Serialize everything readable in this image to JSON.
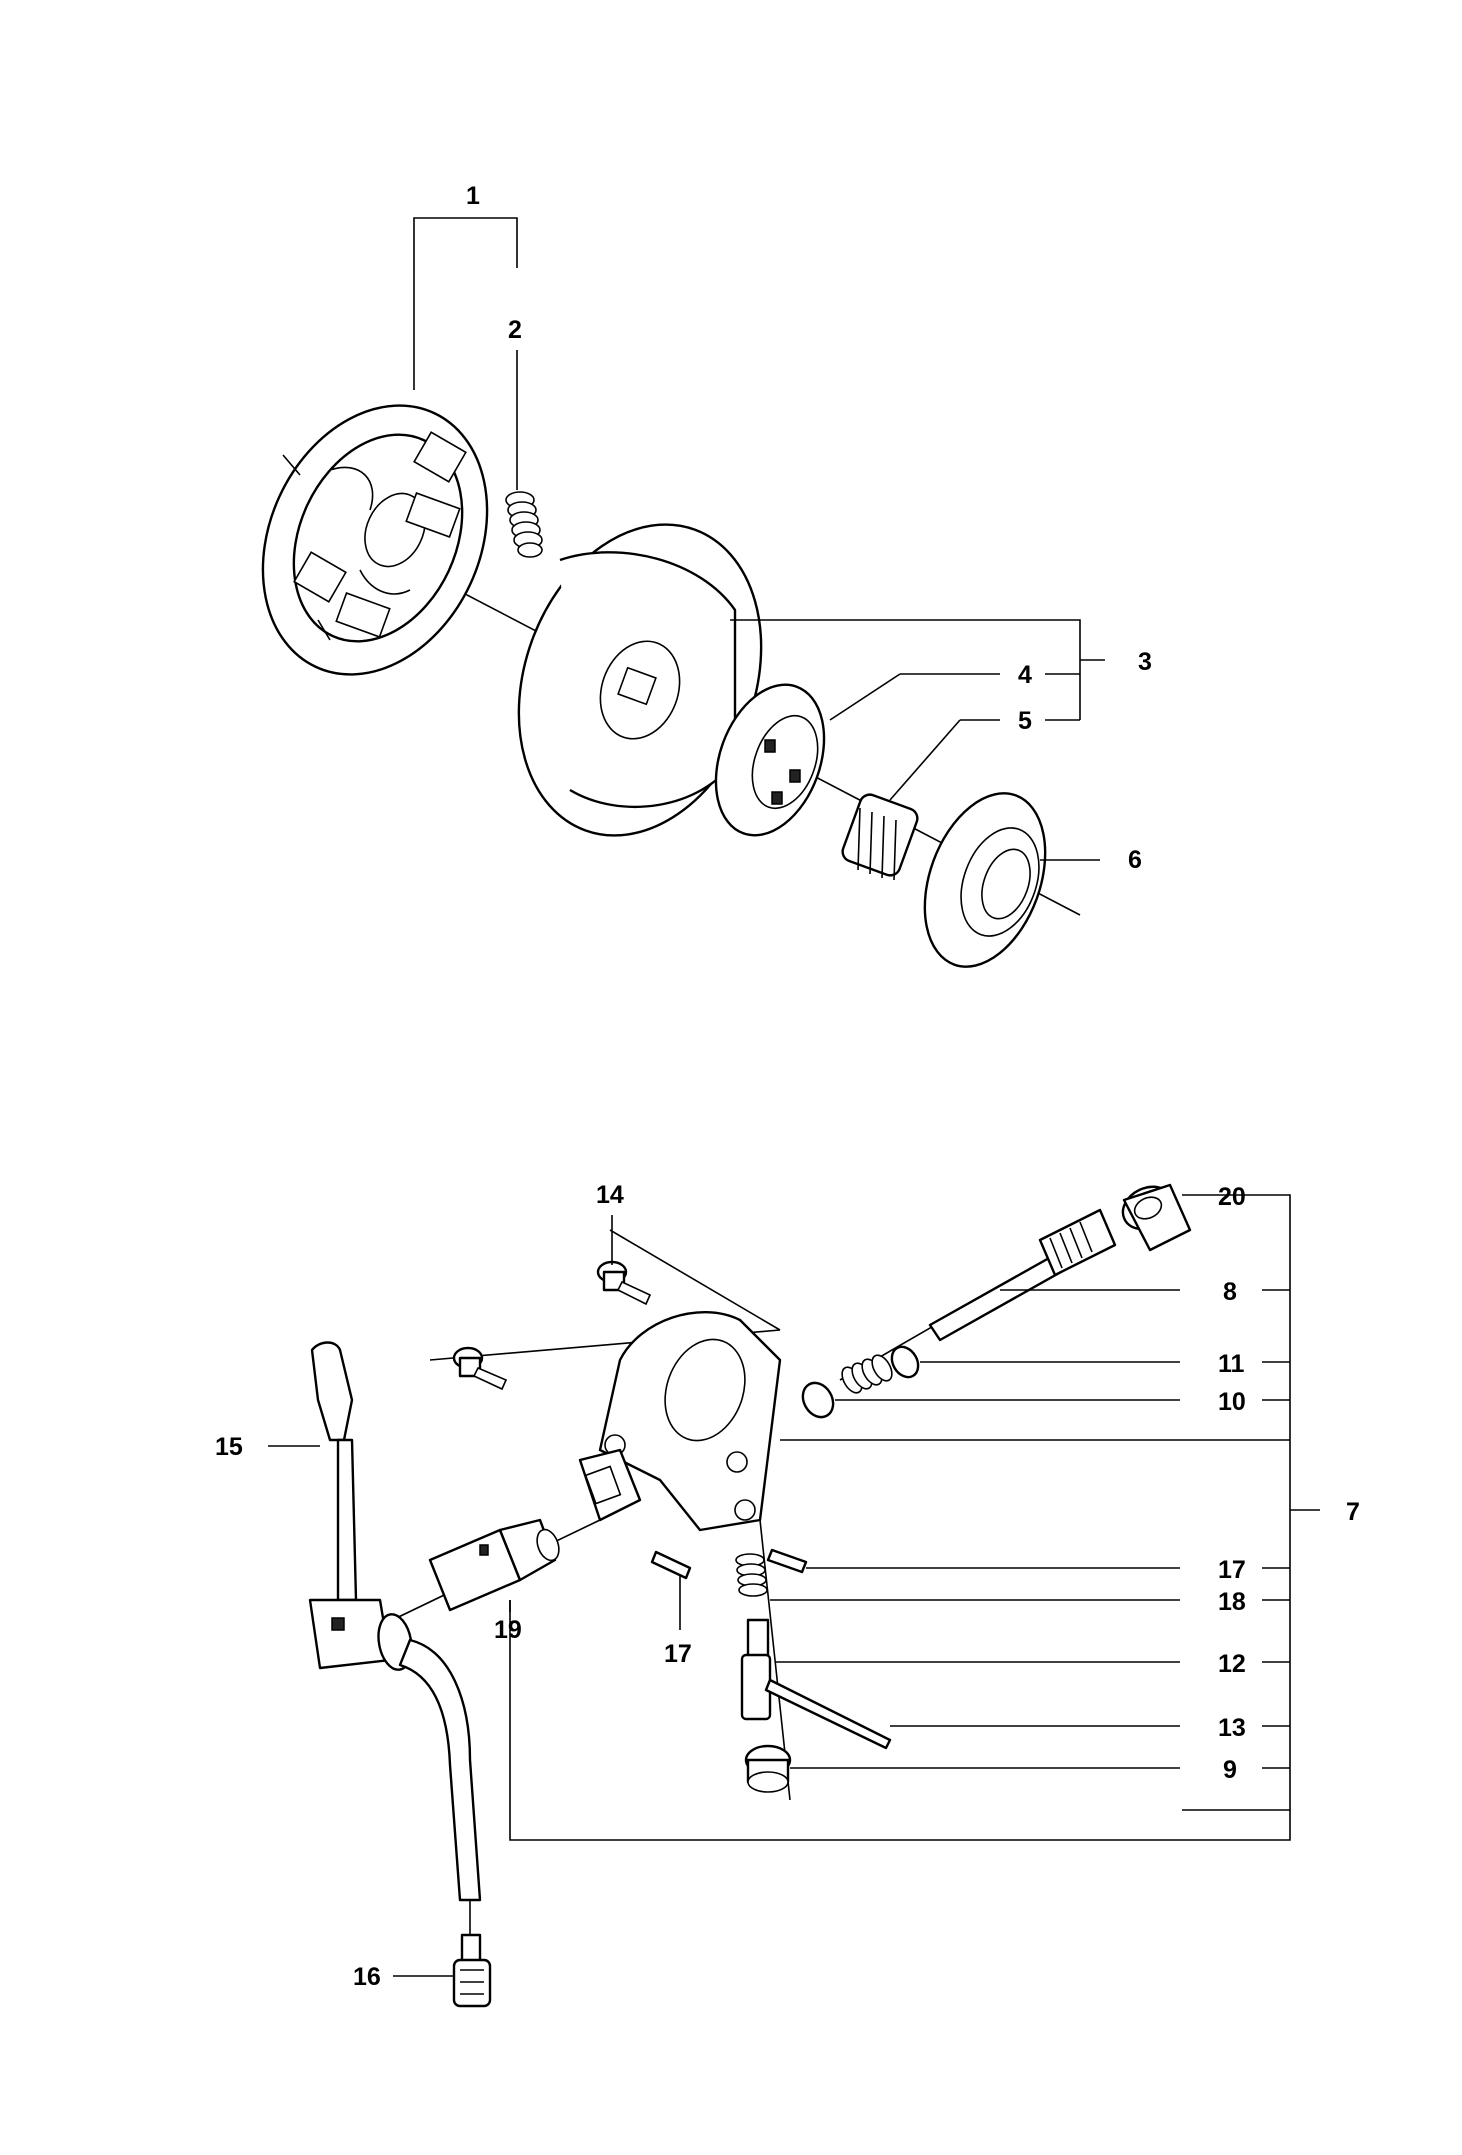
{
  "callouts": {
    "c1": "1",
    "c2": "2",
    "c3": "3",
    "c4": "4",
    "c5": "5",
    "c6": "6",
    "c7": "7",
    "c8": "8",
    "c9": "9",
    "c10": "10",
    "c11": "11",
    "c12": "12",
    "c13": "13",
    "c14": "14",
    "c15": "15",
    "c16": "16",
    "c17a": "17",
    "c17b": "17",
    "c18": "18",
    "c19": "19",
    "c20": "20"
  }
}
